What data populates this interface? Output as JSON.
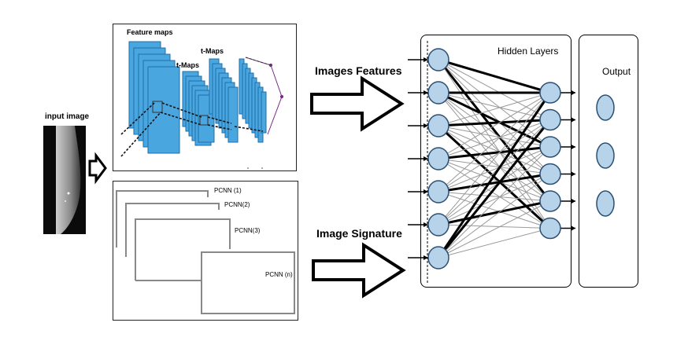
{
  "input_image": {
    "label": "input image"
  },
  "cnn_panel": {
    "feature_maps_label": "Feature maps",
    "tmaps_label_1": "t-Maps",
    "tmaps_label_2": "t-Maps"
  },
  "pcnn_panel": {
    "labels": [
      "PCNN (1)",
      "PCNN(2)",
      "PCNN(3)",
      "PCNN (n)"
    ]
  },
  "arrows": {
    "top_label": "Images Features",
    "bottom_label": "Image Signature"
  },
  "network": {
    "hidden_label": "Hidden Layers",
    "output_label": "Output",
    "input_node_count": 7,
    "hidden_node_count": 6,
    "output_node_count": 3
  },
  "colors": {
    "node_fill": "#b7d3ea",
    "node_stroke": "#2b4f73",
    "map_fill": "#4aa6df",
    "map_stroke": "#1f6fa8",
    "accent_line": "#7a2a8c"
  }
}
